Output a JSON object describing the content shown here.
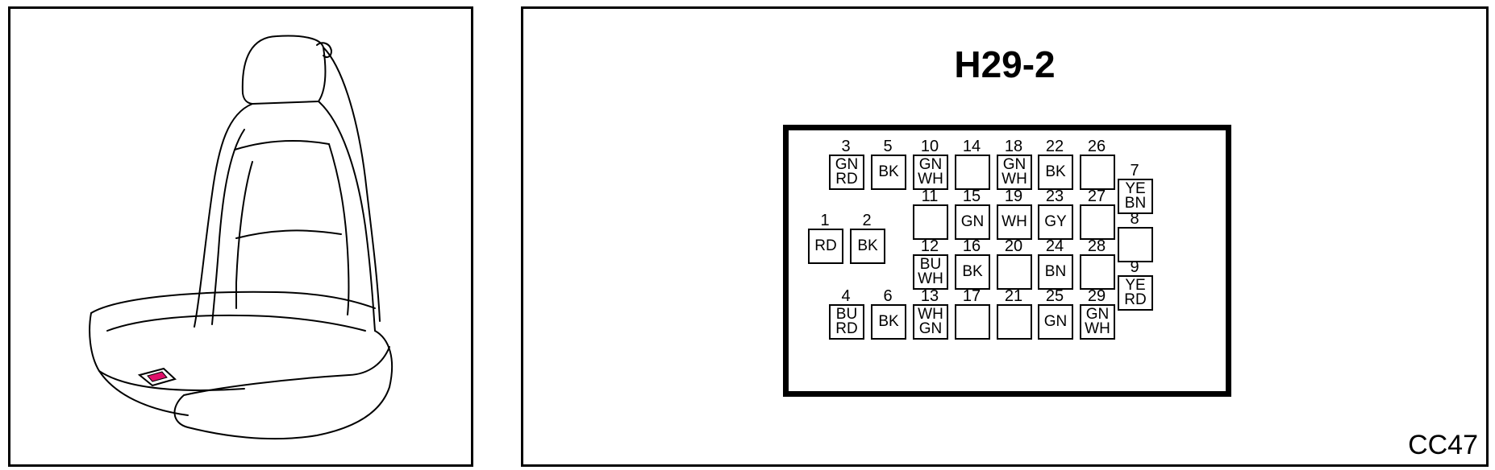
{
  "title": "H29-2",
  "figure_code": "CC47",
  "pins": [
    {
      "n": "3",
      "code": "GN\nRD"
    },
    {
      "n": "5",
      "code": "BK"
    },
    {
      "n": "10",
      "code": "GN\nWH"
    },
    {
      "n": "14",
      "code": ""
    },
    {
      "n": "18",
      "code": "GN\nWH"
    },
    {
      "n": "22",
      "code": "BK"
    },
    {
      "n": "26",
      "code": ""
    },
    {
      "n": "7",
      "code": "YE\nBN"
    },
    {
      "n": "11",
      "code": ""
    },
    {
      "n": "15",
      "code": "GN"
    },
    {
      "n": "19",
      "code": "WH"
    },
    {
      "n": "23",
      "code": "GY"
    },
    {
      "n": "27",
      "code": ""
    },
    {
      "n": "8",
      "code": ""
    },
    {
      "n": "1",
      "code": "RD"
    },
    {
      "n": "2",
      "code": "BK"
    },
    {
      "n": "12",
      "code": "BU\nWH"
    },
    {
      "n": "16",
      "code": "BK"
    },
    {
      "n": "20",
      "code": ""
    },
    {
      "n": "24",
      "code": "BN"
    },
    {
      "n": "28",
      "code": ""
    },
    {
      "n": "9",
      "code": "YE\nRD"
    },
    {
      "n": "4",
      "code": "BU\nRD"
    },
    {
      "n": "6",
      "code": "BK"
    },
    {
      "n": "13",
      "code": "WH\nGN"
    },
    {
      "n": "17",
      "code": ""
    },
    {
      "n": "21",
      "code": ""
    },
    {
      "n": "25",
      "code": "GN"
    },
    {
      "n": "29",
      "code": "GN\nWH"
    }
  ],
  "colors": {
    "line": "#000000",
    "background": "#ffffff",
    "switch_highlight": "#e0106a"
  }
}
